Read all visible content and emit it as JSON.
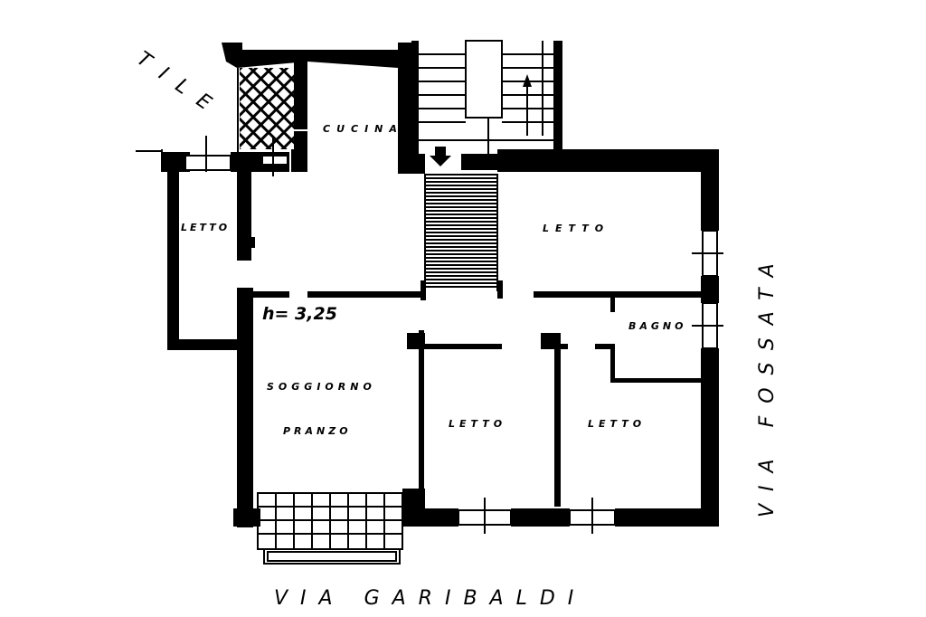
{
  "plan": {
    "rooms": {
      "cucina": "CUCINA",
      "letto_left": "LETTO",
      "letto_top_right": "LETTO",
      "bagno": "BAGNO",
      "soggiorno": "SOGGIORNO",
      "pranzo": "PRANZO",
      "letto_center": "LETTO",
      "letto_right": "LETTO"
    },
    "height_note": "h= 3,25",
    "streets": {
      "bottom": "VIA GARIBALDI",
      "right": "VIA FOSSATA",
      "top_left": "TILE"
    },
    "colors": {
      "ink": "#000000",
      "paper": "#ffffff"
    }
  }
}
